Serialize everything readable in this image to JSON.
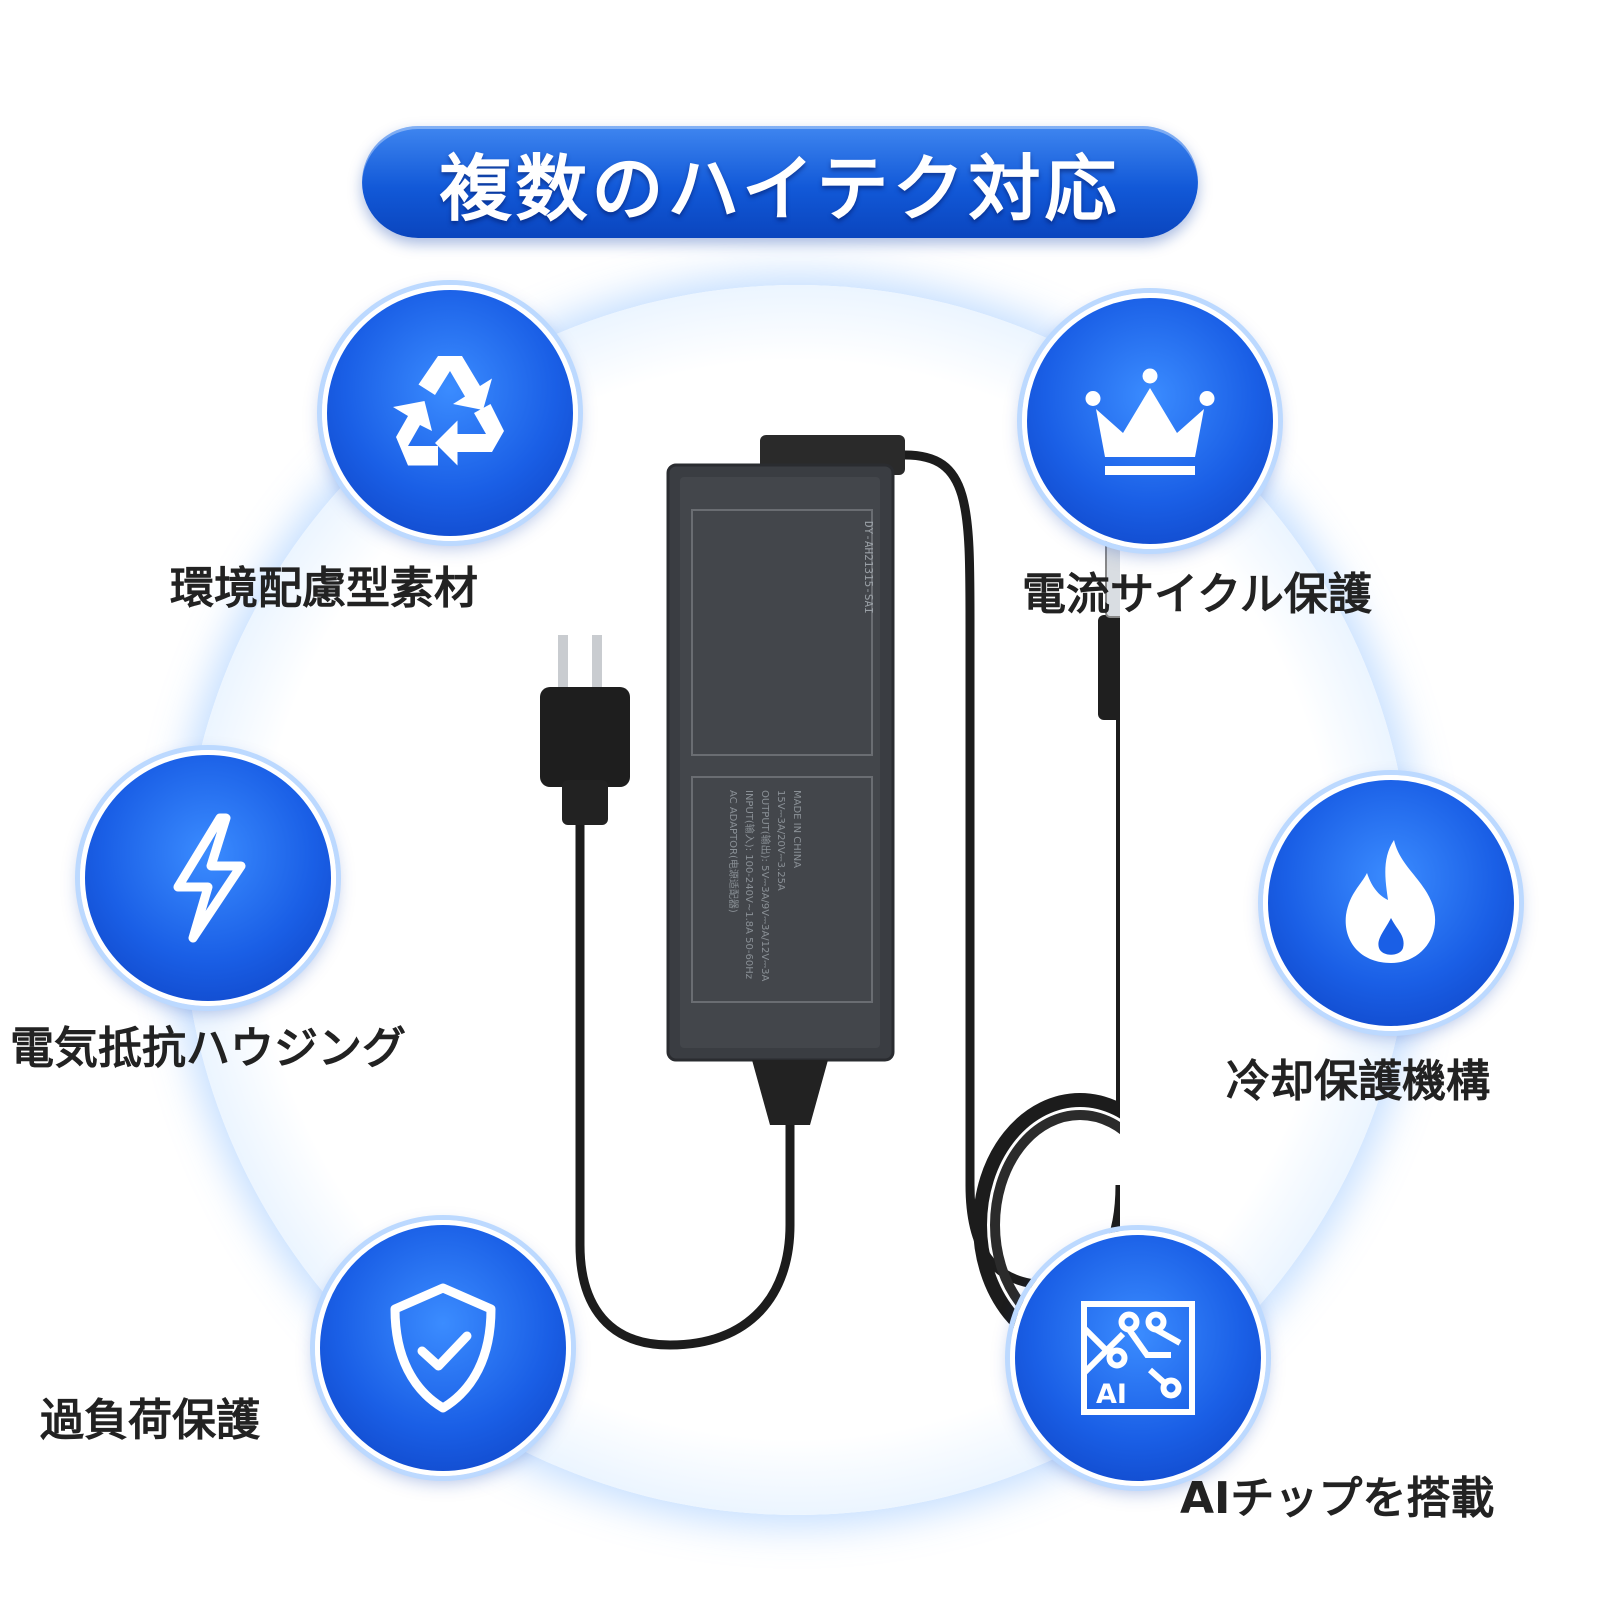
{
  "title": "複数のハイテク対応",
  "features": {
    "recycle": "環境配慮型素材",
    "current": "電流サイクル保護",
    "resistance": "電気抵抗ハウジング",
    "cooling": "冷却保護機構",
    "overload": "過負荷保護",
    "ai": "AIチップを搭載"
  },
  "icons": [
    "recycle-icon",
    "crown-icon",
    "lightning-icon",
    "flame-icon",
    "shield-check-icon",
    "ai-chip-icon"
  ],
  "product": {
    "model": "DY-AH21315-SAI",
    "label_lines": [
      "AC ADAPTOR(电源适配器)",
      "INPUT(输入): 100-240V~1.8A 50-60Hz",
      "OUTPUT(输出): 5V⎓3A/9V⎓3A/12V⎓3A",
      "15V⎓3A/20V⎓3.25A",
      "MADE IN CHINA"
    ]
  },
  "colors": {
    "accent": "#1a5fe6",
    "banner": "#1259d8",
    "ring": "#4d9cf5"
  }
}
